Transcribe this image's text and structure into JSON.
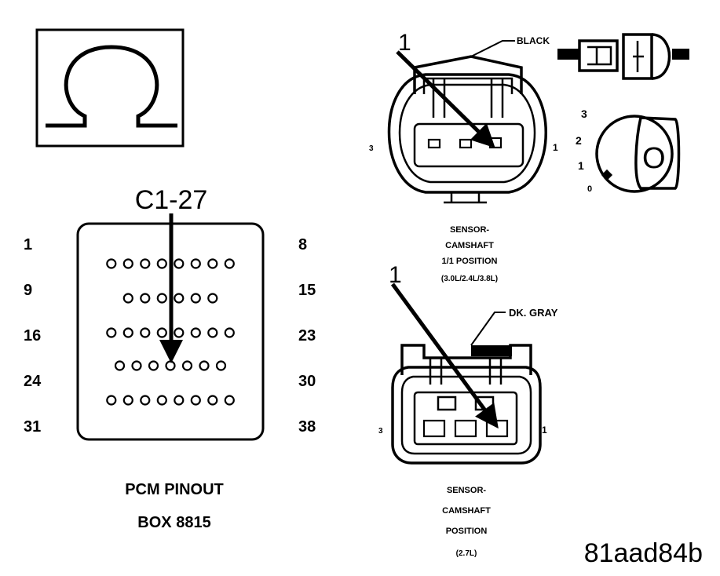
{
  "ohm_symbol": "Ω",
  "pcm": {
    "callout": "C1-27",
    "row_labels_left": [
      "1",
      "9",
      "16",
      "24",
      "31"
    ],
    "row_labels_right": [
      "8",
      "15",
      "23",
      "30",
      "38"
    ],
    "row_pin_counts": [
      8,
      6,
      8,
      7,
      8
    ],
    "caption_line1": "PCM PINOUT",
    "caption_line2": "BOX 8815"
  },
  "sensor_top": {
    "callout": "1",
    "color_label": "BLACK",
    "left_pin": "3",
    "right_pin": "1",
    "key_positions": [
      "3",
      "2",
      "1",
      "0"
    ],
    "key_letter": "O",
    "caption": [
      "SENSOR-",
      "CAMSHAFT",
      "1/1 POSITION",
      "(3.0L/2.4L/3.8L)"
    ]
  },
  "sensor_bottom": {
    "callout": "1",
    "color_label": "DK. GRAY",
    "left_pin": "3",
    "right_pin": "1",
    "caption": [
      "SENSOR-",
      "CAMSHAFT",
      "POSITION",
      "(2.7L)"
    ]
  },
  "figure_id": "81aad84b"
}
